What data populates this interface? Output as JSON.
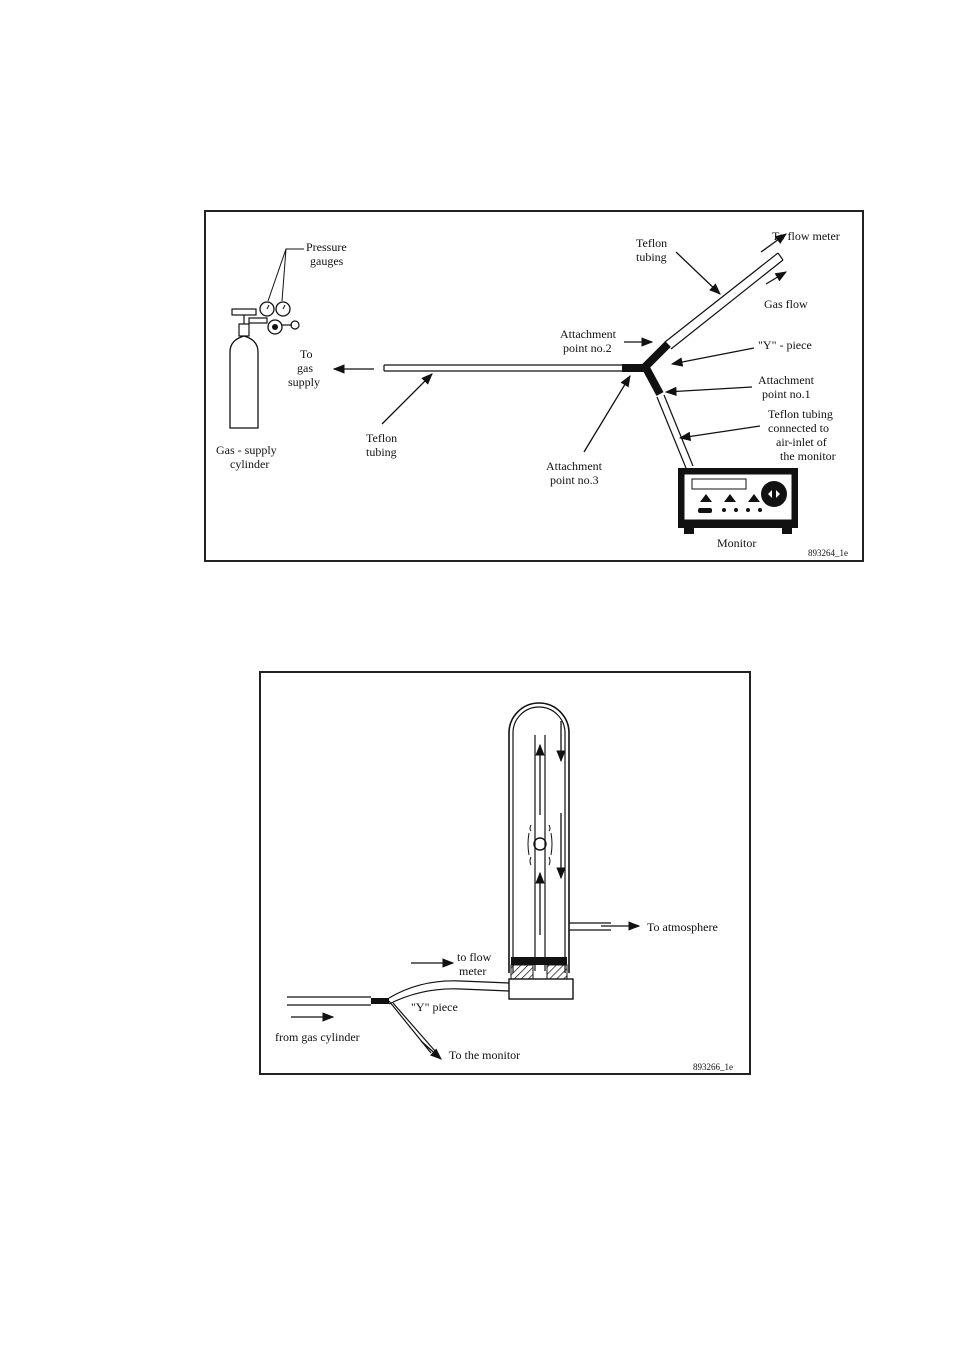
{
  "figure1": {
    "labels": {
      "pressure_gauges": [
        "Pressure",
        "gauges"
      ],
      "to_gas_supply": [
        "To",
        "gas",
        "supply"
      ],
      "teflon_tubing_left": [
        "Teflon",
        "tubing"
      ],
      "gas_supply_cylinder": [
        "Gas - supply",
        "cylinder"
      ],
      "teflon_tubing_top": [
        "Teflon",
        "tubing"
      ],
      "to_flow_meter": "To flow meter",
      "gas_flow": "Gas flow",
      "attachment_point_2": [
        "Attachment",
        "point no.2"
      ],
      "y_piece": "\"Y\" - piece",
      "attachment_point_1": [
        "Attachment",
        "point no.1"
      ],
      "teflon_tubing_monitor": [
        "Teflon tubing",
        "connected to",
        "air-inlet of",
        "the monitor"
      ],
      "attachment_point_3": [
        "Attachment",
        "point no.3"
      ],
      "monitor": "Monitor",
      "figure_code": "893264_1e"
    }
  },
  "figure2": {
    "labels": {
      "to_atmosphere": "To atmosphere",
      "to_flow_meter": [
        "to flow",
        "meter"
      ],
      "y_piece": "\"Y\" piece",
      "from_gas_cylinder": "from gas cylinder",
      "to_the_monitor": "To the monitor",
      "figure_code": "893266_1e"
    }
  }
}
